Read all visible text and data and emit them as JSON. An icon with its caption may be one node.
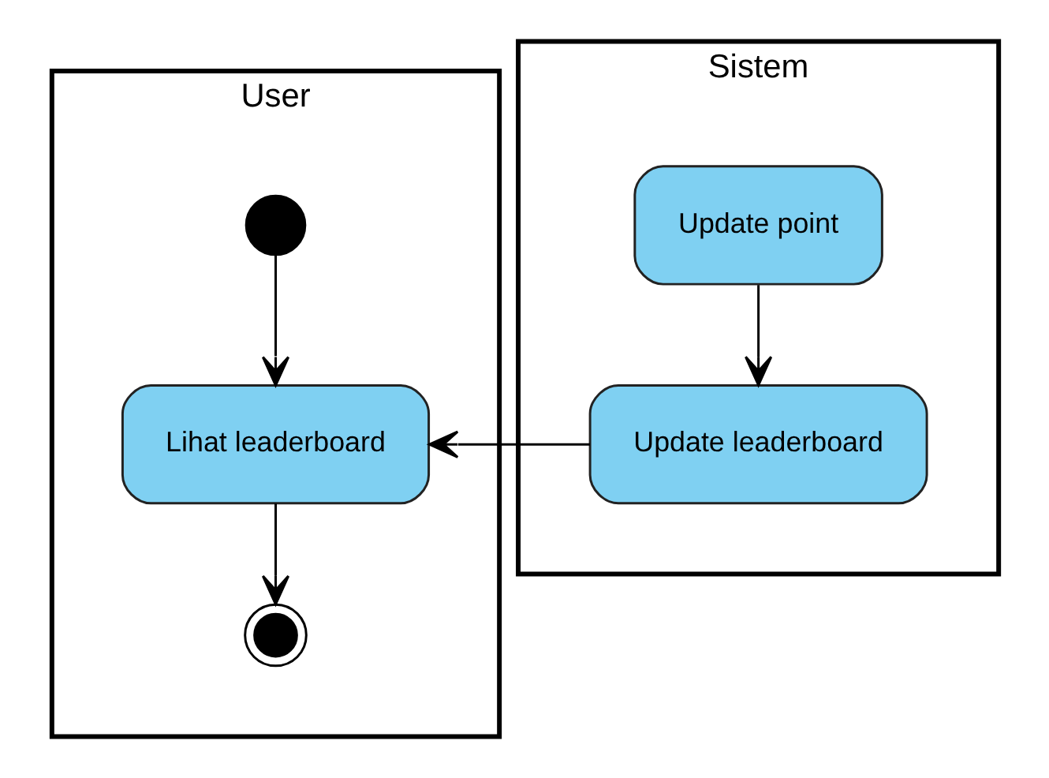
{
  "diagram": {
    "nodes": [
      {
        "text": [
          "User"
        ]
      },
      {
        "text": [
          "Sistem"
        ]
      },
      {
        "text": [],
        "shape": "circle",
        "in": 0
      },
      {
        "text": [
          "Lihat leaderboard"
        ],
        "in": 0
      },
      {
        "text": [],
        "shape": "bullseye",
        "in": 0
      },
      {
        "text": [
          "Update point"
        ],
        "in": 1
      },
      {
        "text": [
          "Update leaderboard"
        ],
        "in": 1
      }
    ],
    "edges": [
      {
        "from": 2,
        "to": 3,
        "arrow": "to"
      },
      {
        "from": 3,
        "to": 4,
        "arrow": "to"
      },
      {
        "from": 5,
        "to": 6,
        "arrow": "to"
      },
      {
        "from": 6,
        "to": 3,
        "arrow": "to"
      }
    ]
  }
}
